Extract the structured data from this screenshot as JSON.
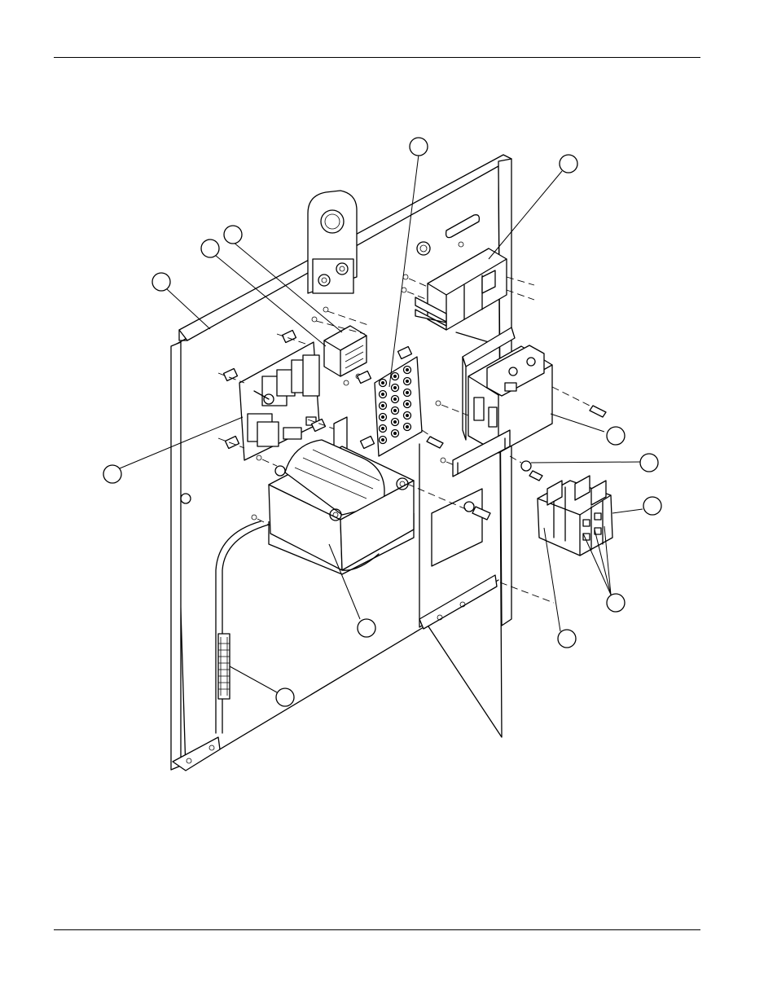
{
  "diagram": {
    "callouts": [
      {
        "id": "c1",
        "label": ""
      },
      {
        "id": "c2",
        "label": ""
      },
      {
        "id": "c3",
        "label": ""
      },
      {
        "id": "c4",
        "label": ""
      },
      {
        "id": "c5",
        "label": ""
      },
      {
        "id": "c6",
        "label": ""
      },
      {
        "id": "c7",
        "label": ""
      },
      {
        "id": "c8",
        "label": ""
      },
      {
        "id": "c9",
        "label": ""
      },
      {
        "id": "c10",
        "label": ""
      },
      {
        "id": "c11",
        "label": ""
      },
      {
        "id": "c12",
        "label": ""
      },
      {
        "id": "c13",
        "label": ""
      }
    ]
  }
}
